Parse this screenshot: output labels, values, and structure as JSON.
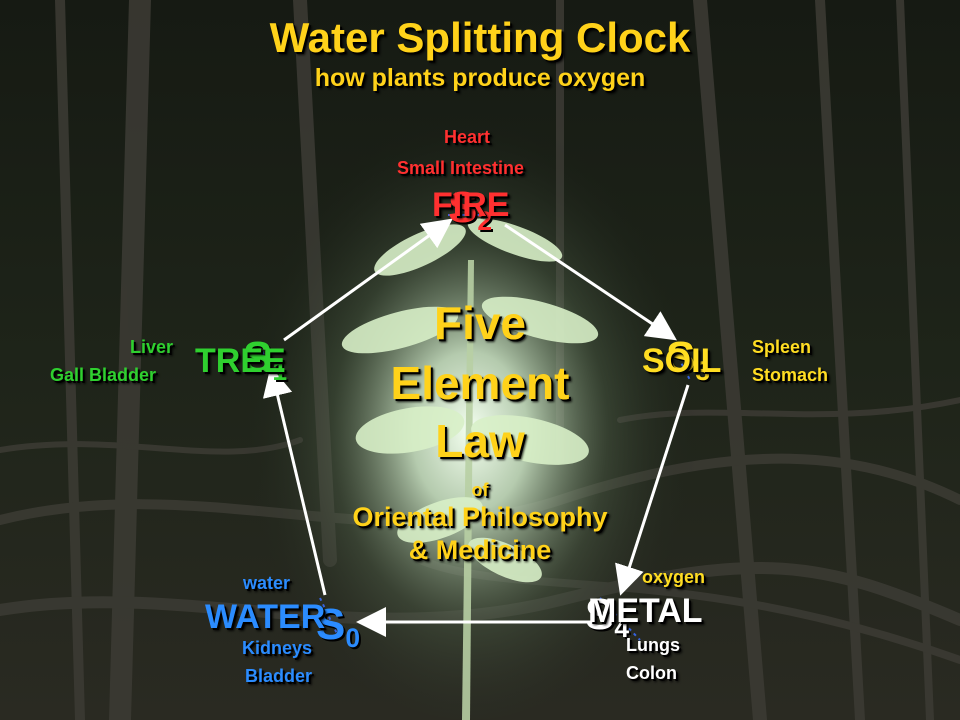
{
  "title": "Water Splitting Clock",
  "subtitle": "how plants produce oxygen",
  "center": {
    "line1": "Five",
    "line2": "Element",
    "line3": "Law",
    "of": "of",
    "philosophy": "Oriental Philosophy",
    "medicine": "& Medicine"
  },
  "fire": {
    "organ1": "Heart",
    "organ2": "Small Intestine",
    "label": "FIRE",
    "state_letter": "S",
    "state_sub": "2"
  },
  "soil": {
    "organ1": "Spleen",
    "organ2": "Stomach",
    "label": "SOIL",
    "state_letter": "S",
    "state_sub": "3"
  },
  "metal": {
    "note": "oxygen",
    "label": "METAL",
    "state_letter": "S",
    "state_sub": "4",
    "organ1": "Lungs",
    "organ2": "Colon"
  },
  "water": {
    "note": "water",
    "label": "WATER",
    "state_letter": "S",
    "state_sub": "0",
    "organ1": "Kidneys",
    "organ2": "Bladder"
  },
  "tree": {
    "organ1": "Liver",
    "organ2": "Gall Bladder",
    "label": "TREE",
    "state_letter": "S",
    "state_sub": "1"
  },
  "colors": {
    "fire": "#ff3030",
    "soil": "#ffdd22",
    "metal": "#ffffff",
    "water": "#2b8cff",
    "tree": "#2fd02f",
    "title": "#ffd21a"
  }
}
